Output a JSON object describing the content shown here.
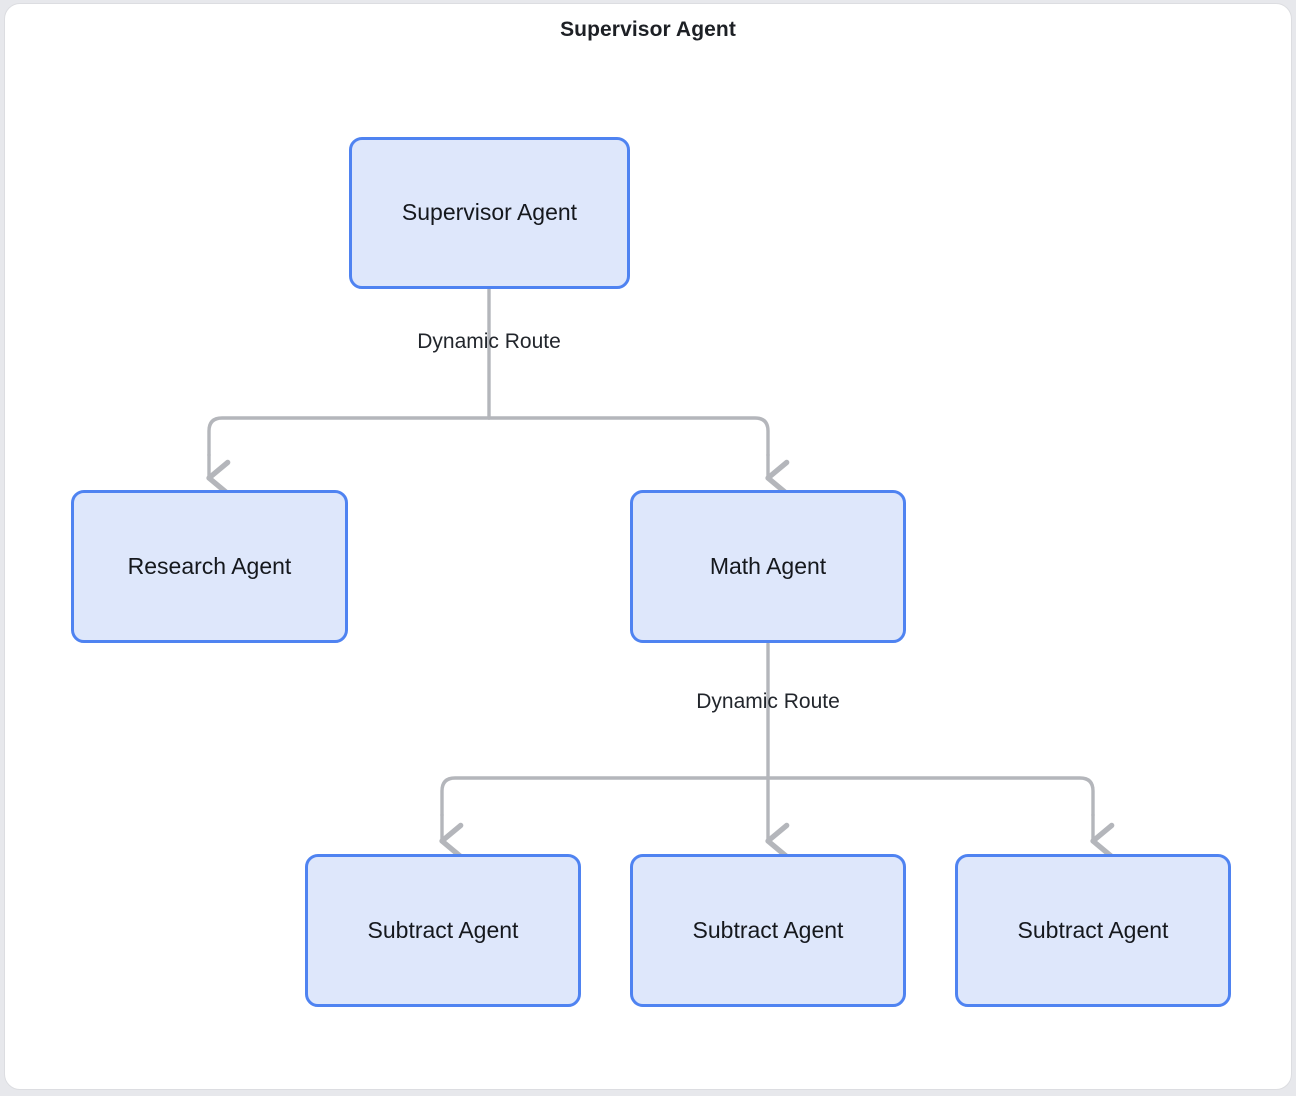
{
  "diagram": {
    "title": "Supervisor Agent",
    "type": "flowchart",
    "orientation": "top-down",
    "colors": {
      "node_fill": "#dee7fb",
      "node_border": "#4f83f1",
      "node_text": "#15181d",
      "edge_line": "#b4b6bb",
      "frame_border": "#dcdde1",
      "frame_background": "#ffffff",
      "page_background": "#e7e8ec",
      "title_text": "#1d2025"
    },
    "nodes": [
      {
        "id": "supervisor",
        "label": "Supervisor Agent",
        "level": 0
      },
      {
        "id": "research",
        "label": "Research Agent",
        "level": 1
      },
      {
        "id": "math",
        "label": "Math Agent",
        "level": 1
      },
      {
        "id": "subtract1",
        "label": "Subtract Agent",
        "level": 2
      },
      {
        "id": "subtract2",
        "label": "Subtract Agent",
        "level": 2
      },
      {
        "id": "subtract3",
        "label": "Subtract Agent",
        "level": 2
      }
    ],
    "edges": [
      {
        "from": "supervisor",
        "to": "research",
        "label": "Dynamic Route"
      },
      {
        "from": "supervisor",
        "to": "math",
        "label": "Dynamic Route"
      },
      {
        "from": "math",
        "to": "subtract1",
        "label": "Dynamic Route"
      },
      {
        "from": "math",
        "to": "subtract2",
        "label": "Dynamic Route"
      },
      {
        "from": "math",
        "to": "subtract3",
        "label": "Dynamic Route"
      }
    ],
    "edge_labels": [
      {
        "id": "route-top",
        "text": "Dynamic Route"
      },
      {
        "id": "route-bottom",
        "text": "Dynamic Route"
      }
    ]
  }
}
